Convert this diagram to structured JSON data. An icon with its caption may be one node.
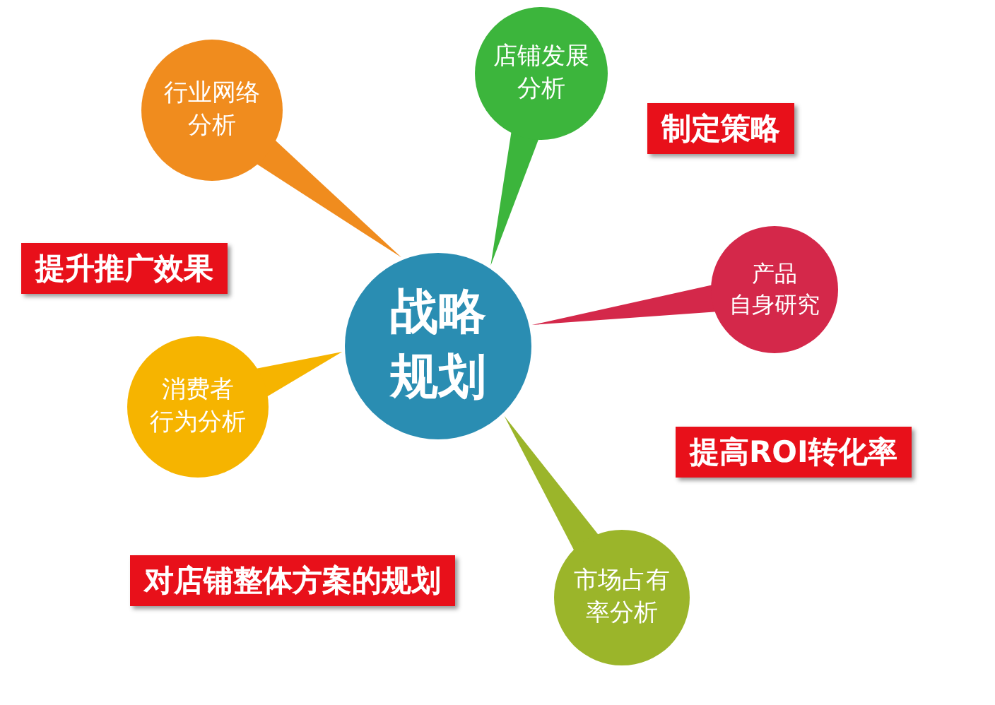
{
  "diagram": {
    "nodes": [
      {
        "text": [
          "店铺发展分析"
        ]
      },
      {
        "text": [
          "行业网络分析"
        ]
      },
      {
        "text": [
          "产品自身研究"
        ]
      },
      {
        "text": [
          "战略规划"
        ]
      },
      {
        "text": [
          "消费者行为分析"
        ]
      },
      {
        "text": [
          "市场占有率分析"
        ]
      }
    ],
    "edges": [
      {
        "from": 0,
        "to": 3,
        "arrow": "none",
        "color": "#3cb53c"
      },
      {
        "from": 1,
        "to": 3,
        "arrow": "none",
        "color": "#f08c1e"
      },
      {
        "from": 2,
        "to": 3,
        "arrow": "none",
        "color": "#d4284a"
      },
      {
        "from": 4,
        "to": 3,
        "arrow": "none",
        "color": "#f6b400"
      },
      {
        "from": 5,
        "to": 3,
        "arrow": "none",
        "color": "#9bb52a"
      }
    ],
    "labels": [
      "制定策略",
      "提升推广效果",
      "提高ROI转化率",
      "对店铺整体方案的规划"
    ]
  }
}
